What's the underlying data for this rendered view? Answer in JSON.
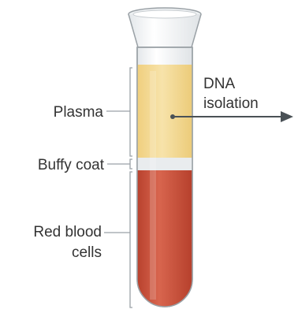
{
  "figure": {
    "tube_label_plasma": "Plasma",
    "tube_label_buffy_coat": "Buffy coat",
    "tube_label_red_blood_cells_line1": "Red blood",
    "tube_label_red_blood_cells_line2": "cells",
    "arrow_label_line1": "DNA",
    "arrow_label_line2": "isolation"
  },
  "colors": {
    "plasma": "#f2d488",
    "plasma_highlight": "#f7e3aa",
    "buffy_coat": "#e9ecee",
    "red_cells": "#c64a34",
    "red_cells_highlight": "#d86a52",
    "tube_glass": "#f4f6f7",
    "tube_outline": "#9aa1a6",
    "arrow": "#4a5156",
    "bracket": "#9aa1a6",
    "text": "#333333"
  }
}
